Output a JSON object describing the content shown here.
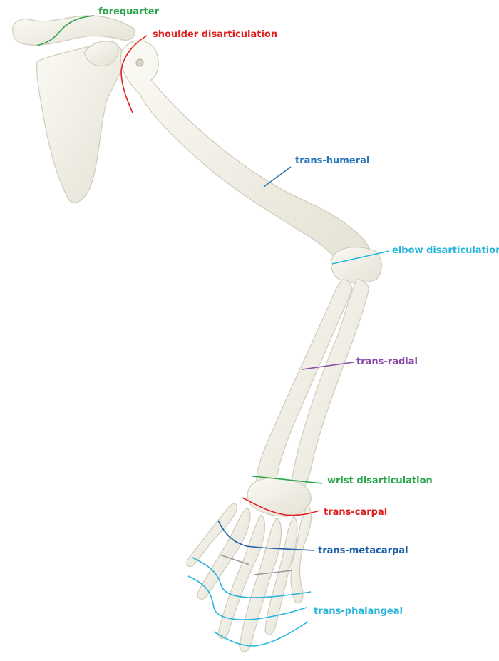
{
  "levels": [
    {
      "key": "forequarter",
      "label": "forequarter",
      "color": "#2aa64a"
    },
    {
      "key": "shoulder",
      "label": "shoulder disarticulation",
      "color": "#e02020"
    },
    {
      "key": "trans_humeral",
      "label": "trans-humeral",
      "color": "#2a78b8"
    },
    {
      "key": "elbow",
      "label": "elbow disarticulation",
      "color": "#27b5dc"
    },
    {
      "key": "trans_radial",
      "label": "trans-radial",
      "color": "#8a4aa8"
    },
    {
      "key": "wrist",
      "label": "wrist disarticulation",
      "color": "#2aa64a"
    },
    {
      "key": "trans_carpal",
      "label": "trans-carpal",
      "color": "#e02020"
    },
    {
      "key": "trans_metacarpal",
      "label": "trans-metacarpal",
      "color": "#1f5fa8"
    },
    {
      "key": "trans_phalangeal",
      "label": "trans-phalangeal",
      "color": "#27b5dc"
    }
  ]
}
